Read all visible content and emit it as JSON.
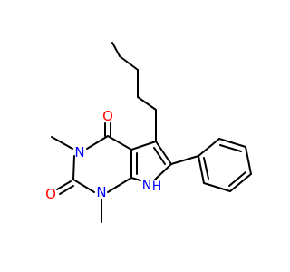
{
  "molecule": {
    "atoms": {
      "o_top": {
        "label": "O",
        "color": "#ff0000"
      },
      "o_bottom": {
        "label": "O",
        "color": "#ff0000"
      },
      "n_3": {
        "label": "N",
        "color": "#0000ff"
      },
      "n_1": {
        "label": "N",
        "color": "#0000ff"
      },
      "n_h": {
        "label": "N",
        "color": "#0000ff"
      },
      "h_nh": {
        "label": "H",
        "color": "#0000ff"
      }
    },
    "bond_color": "#000000"
  }
}
